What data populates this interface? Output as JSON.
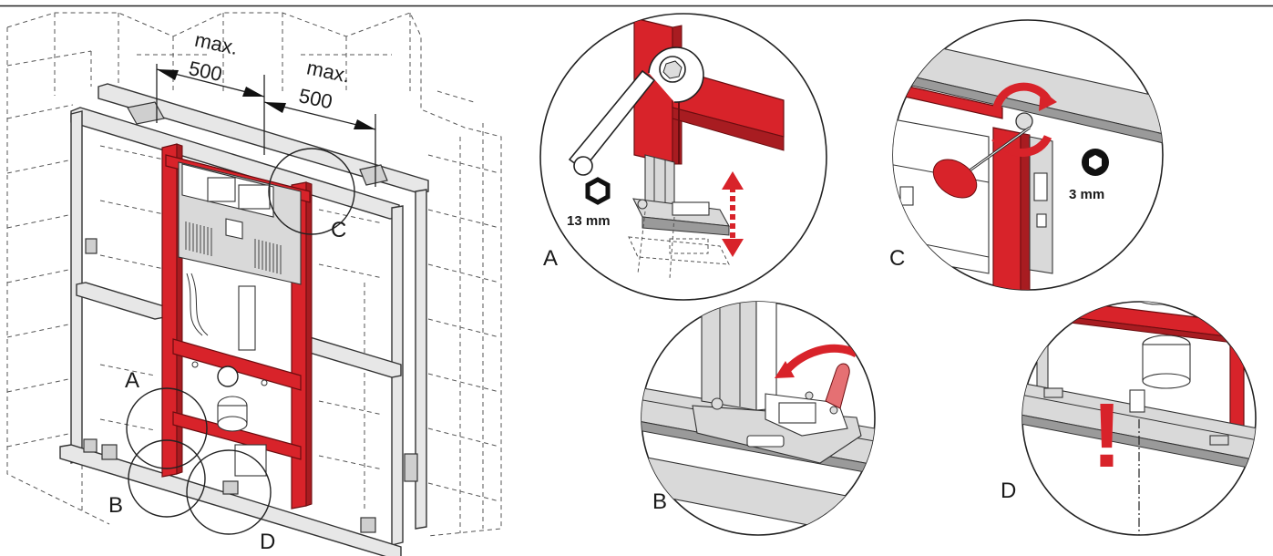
{
  "dimensions": {
    "left": {
      "prefix": "max.",
      "value": "500"
    },
    "right": {
      "prefix": "max.",
      "value": "500"
    }
  },
  "overview_labels": {
    "a": "A",
    "b": "B",
    "c": "C",
    "d": "D"
  },
  "details": {
    "a": {
      "label": "A",
      "tool": "13 mm"
    },
    "b": {
      "label": "B"
    },
    "c": {
      "label": "C",
      "tool": "3 mm"
    },
    "d": {
      "label": "D",
      "warning": "!"
    }
  },
  "colors": {
    "accent_red": "#d8232a",
    "frame_grey": "#e7e7e7",
    "outline": "#222222"
  }
}
